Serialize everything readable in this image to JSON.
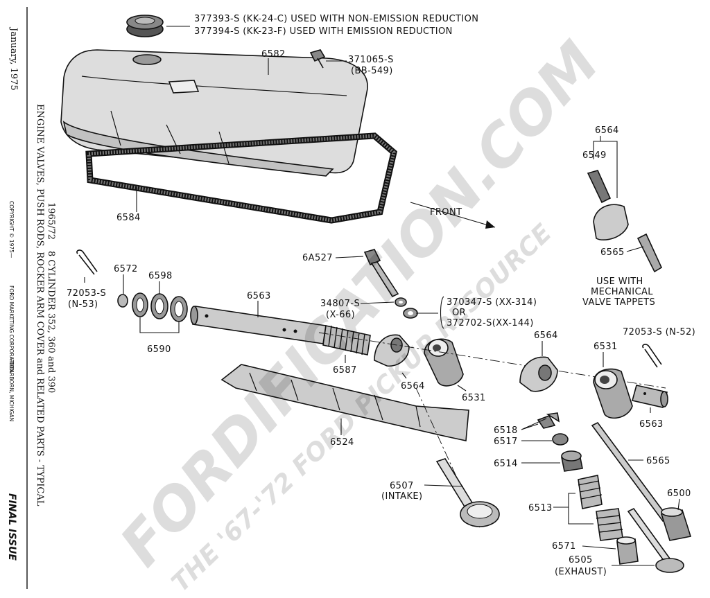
{
  "sidebar": {
    "date": "January, 1975",
    "title": "ENGINE VALVES, PUSH RODS, ROCKER ARM COVER and RELATED PARTS - TYPICAL",
    "years": "1965/72",
    "engine": "8 CYLINDER 352, 360 and 390",
    "copyright": "COPYRIGHT © 1975—",
    "publisher": "FORD MARKETING CORPORATION",
    "location": "—DEARBORN, MICHIGAN",
    "final": "FINAL ISSUE"
  },
  "watermark": {
    "line1": "FORDIFICATION.COM",
    "line2": "THE '67-'72 FORD PICKUP RESOURCE"
  },
  "callouts": {
    "cap_a": "377393-S (KK-24-C) USED WITH NON-EMISSION REDUCTION",
    "cap_b": "377394-S (KK-23-F) USED WITH EMISSION REDUCTION",
    "cover": "6582",
    "bolt_a": "371065-S",
    "bolt_b": "(BB-549)",
    "gasket": "6584",
    "front": "FRONT",
    "rocker_mech": "6564",
    "bolt_mech": "6549",
    "pushrod_mech": "6565",
    "mech_1": "USE WITH",
    "mech_2": "MECHANICAL",
    "mech_3": "VALVE TAPPETS",
    "pin_left_a": "72053-S",
    "pin_left_b": "(N-53)",
    "plug": "6572",
    "washer": "6598",
    "washer_set": "6590",
    "shaft": "6563",
    "bolt_6a": "6A527",
    "wash_a": "34807-S",
    "wash_b": "(X-66)",
    "alt_a": "370347-S (XX-314)",
    "alt_or": "OR",
    "alt_b": "372702-S(XX-144)",
    "spring": "6587",
    "rocker_1": "6564",
    "rocker_2": "6564",
    "support_1": "6531",
    "support_2": "6531",
    "pin_right": "72053-S (N-52)",
    "shaft_right": "6563",
    "deflector": "6524",
    "keys": "6518",
    "retainer": "6517",
    "seal": "6514",
    "pushrod": "6565",
    "springs": "6513",
    "intake": "6507",
    "intake_sub": "(INTAKE)",
    "tappet": "6500",
    "damper": "6571",
    "exhaust": "6505",
    "exhaust_sub": "(EXHAUST)"
  }
}
